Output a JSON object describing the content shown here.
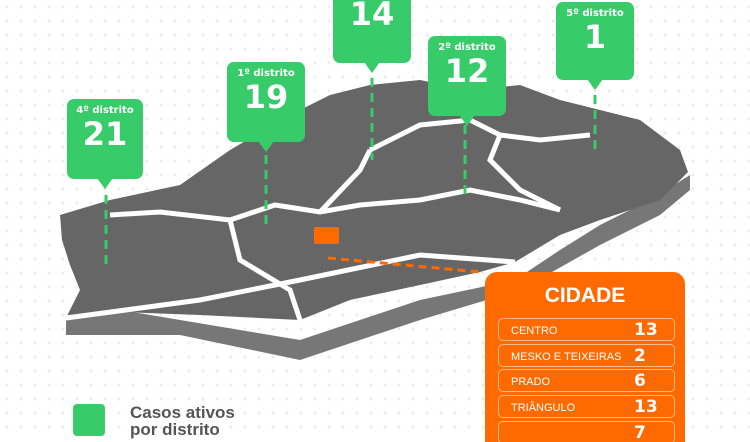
{
  "districts": [
    {
      "label": "4º distrito",
      "value": "21"
    },
    {
      "label": "1º distrito",
      "value": "19"
    },
    {
      "label": "",
      "value": "14"
    },
    {
      "label": "2º distrito",
      "value": "12"
    },
    {
      "label": "5º distrito",
      "value": "1"
    }
  ],
  "city": {
    "title": "CIDADE",
    "rows": [
      {
        "label": "CENTRO",
        "value": "13"
      },
      {
        "label": "MESKO E TEIXEIRAS",
        "value": "2"
      },
      {
        "label": "PRADO",
        "value": "6"
      },
      {
        "label": "TRIÂNGULO",
        "value": "13"
      },
      {
        "label": "",
        "value": "7"
      }
    ]
  },
  "legend": {
    "text": "Casos ativos por distrito"
  },
  "colors": {
    "green": "#37cb69",
    "orange": "#ff6a00",
    "map": "#666666"
  }
}
